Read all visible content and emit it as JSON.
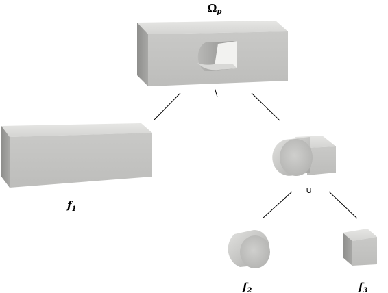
{
  "labels": {
    "root": {
      "base": "Ω",
      "sub": "p"
    },
    "f1": {
      "base": "f",
      "sub": "1"
    },
    "f2": {
      "base": "f",
      "sub": "2"
    },
    "f3": {
      "base": "f",
      "sub": "3"
    }
  },
  "operators": {
    "difference": "\\",
    "union": "∪"
  },
  "colors": {
    "solid_front": "#c2c2c0",
    "solid_top": "#e0e0de",
    "solid_side": "#9a9a98",
    "edge_line": "#000000"
  }
}
